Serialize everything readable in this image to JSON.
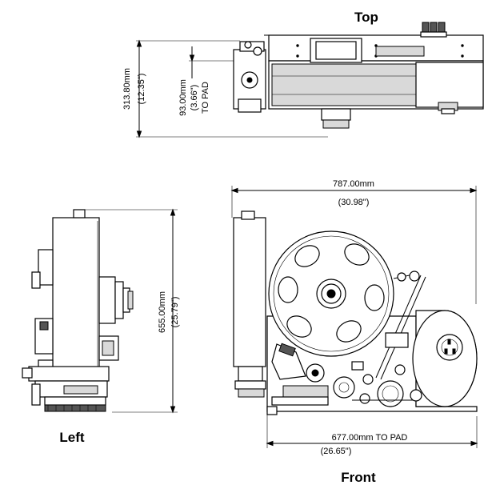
{
  "views": {
    "top": {
      "title": "Top"
    },
    "left": {
      "title": "Left"
    },
    "front": {
      "title": "Front"
    }
  },
  "dimensions": {
    "top_height_mm": "313.80mm",
    "top_height_in": "(12.35\")",
    "to_pad_mm": "93.00mm",
    "to_pad_in": "(3.66\")",
    "to_pad_label": "TO PAD",
    "left_height_mm": "655.00mm",
    "left_height_in": "(25.79\")",
    "front_width_mm": "787.00mm",
    "front_width_in": "(30.98\")",
    "front_pad_mm": "677.00mm  TO PAD",
    "front_pad_in": "(26.65\")"
  }
}
